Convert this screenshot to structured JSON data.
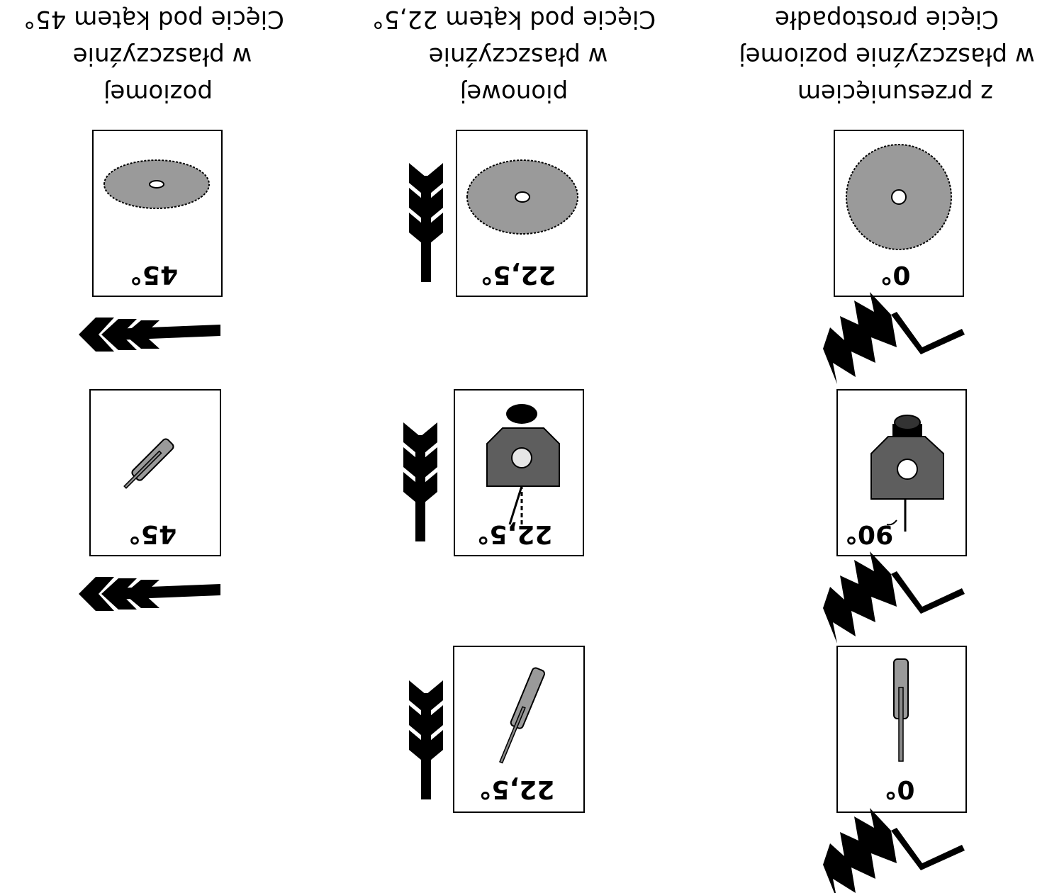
{
  "colors": {
    "ink": "#000000",
    "blade": "#9a9a9a",
    "body": "#5e5e5e",
    "hole": "#ffffff",
    "paper": "#ffffff"
  },
  "icons": {
    "angled_arrow": "angled-feather-arrow-icon",
    "straight_arrow": "straight-feather-arrow-icon",
    "saw_blade": "saw-blade-icon",
    "saw_head": "saw-head-icon"
  },
  "columns": [
    {
      "caption": [
        "Cięcie prostopadłe",
        "w płaszczyźnie poziomej",
        "z przesunięciem"
      ],
      "blade_angle_label": "0°",
      "head_angle_label": "90°",
      "side_angle_label": "0°"
    },
    {
      "caption": [
        "Cięcie pod kątem 22,5°",
        "w płaszczyźnie",
        "pionowej"
      ],
      "blade_angle_label": "22,5°",
      "head_angle_label": "22,5°",
      "side_angle_label": "22,5°"
    },
    {
      "caption": [
        "Cięcie pod kątem 45°",
        "w płaszczyźnie",
        "poziomej"
      ],
      "blade_angle_label": "45°",
      "head_angle_label": "45°"
    }
  ]
}
